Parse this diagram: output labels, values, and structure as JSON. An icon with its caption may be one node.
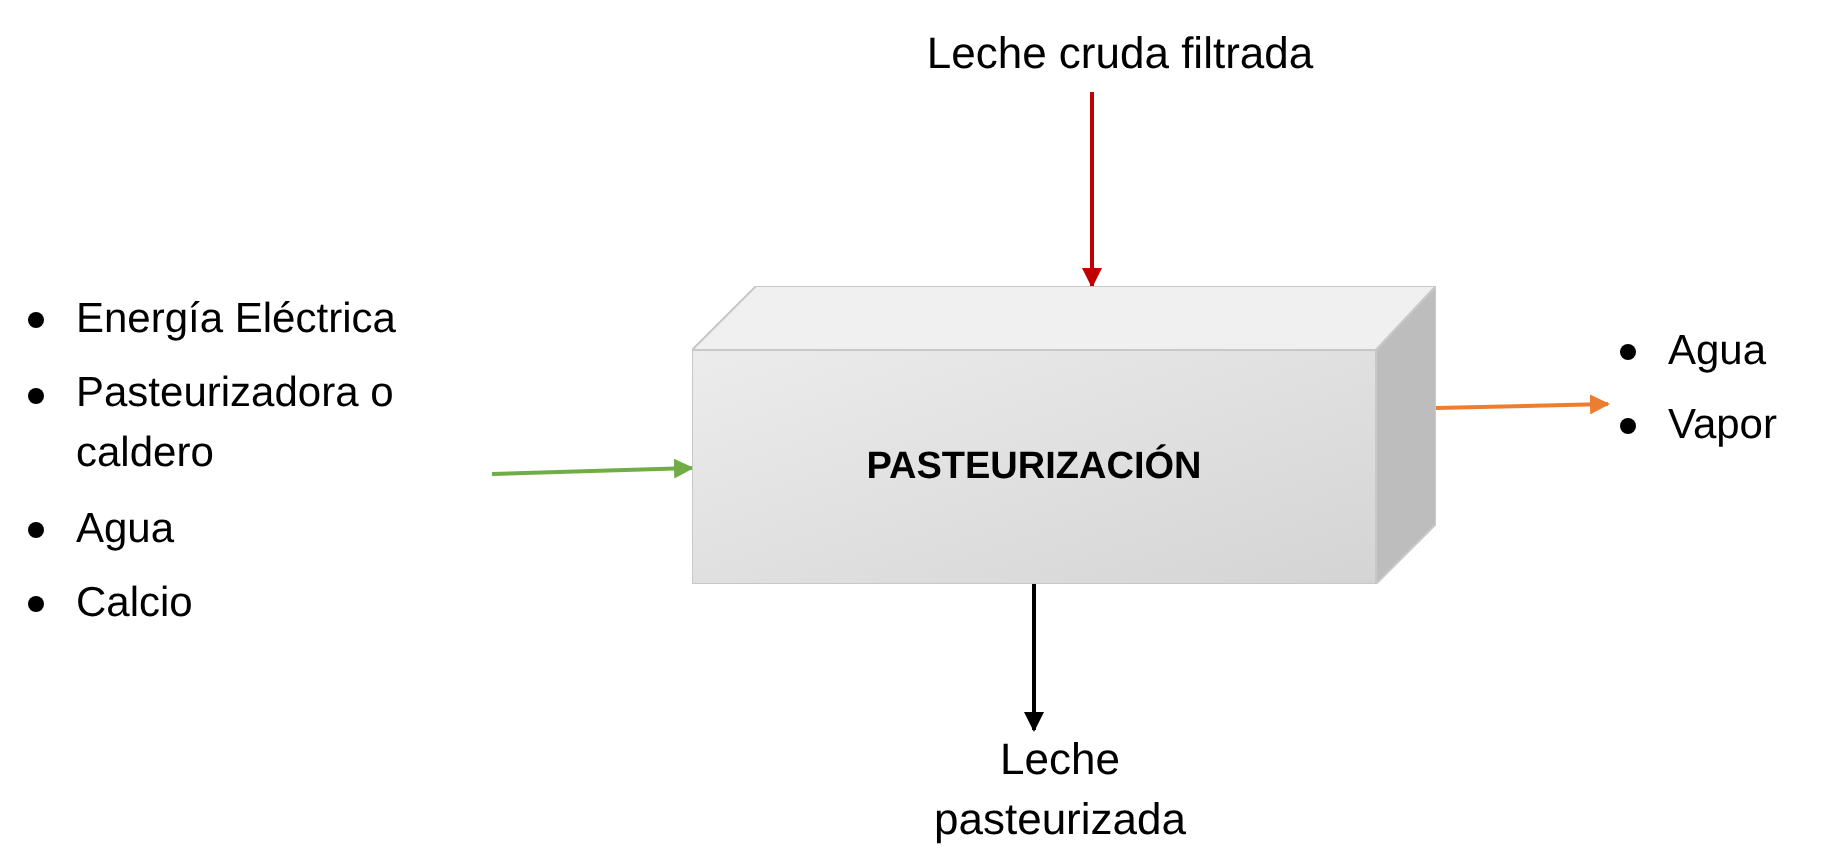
{
  "diagram": {
    "nodes": [
      {
        "text": [
          "Leche cruda filtrada"
        ]
      },
      {
        "text": [
          "Energía Eléctrica",
          "Pasteurizadora o caldero",
          "Agua",
          "Calcio"
        ]
      },
      {
        "text": [
          "PASTEURIZACIÓN"
        ]
      },
      {
        "text": [
          "Agua",
          "Vapor"
        ]
      },
      {
        "text": [
          "Leche pasteurizada"
        ]
      }
    ],
    "edges": [
      {
        "from": 0,
        "to": 2,
        "arrow": "to",
        "color": "#c00000"
      },
      {
        "from": 1,
        "to": 2,
        "arrow": "to",
        "color": "#70ad47"
      },
      {
        "from": 2,
        "to": 3,
        "arrow": "to",
        "color": "#ed7d31"
      },
      {
        "from": 2,
        "to": 4,
        "arrow": "to",
        "color": "#000000"
      }
    ]
  }
}
